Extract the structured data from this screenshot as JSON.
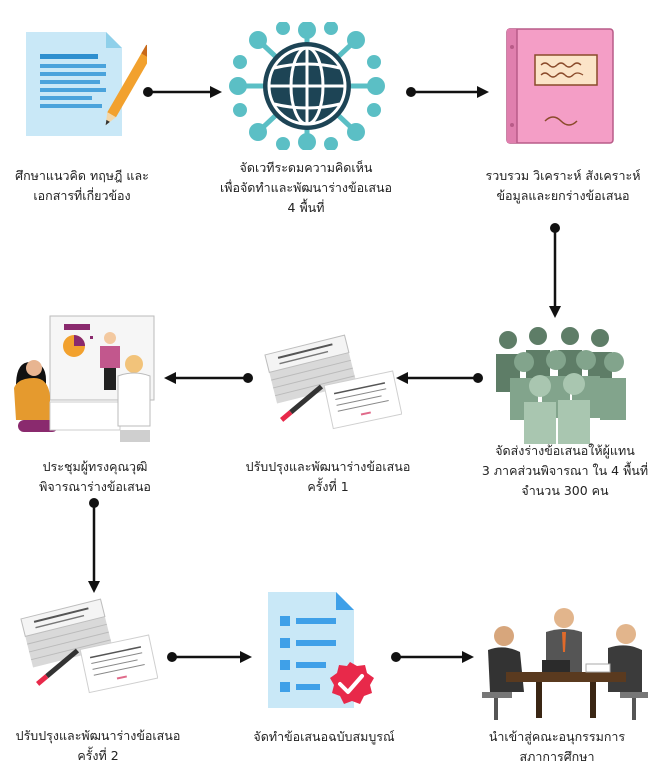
{
  "steps": [
    {
      "id": "study",
      "lines": [
        "ศึกษาแนวคิด ทฤษฎี และ",
        "เอกสารที่เกี่ยวข้อง"
      ]
    },
    {
      "id": "forum",
      "lines": [
        "จัดเวทีระดมความคิดเห็น",
        "เพื่อจัดทำและพัฒนาร่างข้อเสนอ",
        "4 พื้นที่"
      ]
    },
    {
      "id": "analyze",
      "lines": [
        "รวบรวม วิเคราะห์ สังเคราะห์",
        "ข้อมูลและยกร่างข้อเสนอ"
      ]
    },
    {
      "id": "send",
      "lines": [
        "จัดส่งร่างข้อเสนอให้ผู้แทน",
        "3 ภาคส่วนพิจารณา ใน 4 พื้นที่",
        "จำนวน 300 คน"
      ]
    },
    {
      "id": "revise1",
      "lines": [
        "ปรับปรุงและพัฒนาร่างข้อเสนอ",
        "ครั้งที่ 1"
      ]
    },
    {
      "id": "experts",
      "lines": [
        "ประชุมผู้ทรงคุณวุฒิ",
        "พิจารณาร่างข้อเสนอ"
      ]
    },
    {
      "id": "revise2",
      "lines": [
        "ปรับปรุงและพัฒนาร่างข้อเสนอ",
        "ครั้งที่ 2"
      ]
    },
    {
      "id": "final",
      "lines": [
        "จัดทำข้อเสนอฉบับสมบูรณ์"
      ]
    },
    {
      "id": "submit",
      "lines": [
        "นำเข้าสู่คณะอนุกรรมการ",
        "สภาการศึกษา"
      ]
    }
  ],
  "icons": {
    "study": "document-pen-icon",
    "forum": "globe-network-icon",
    "analyze": "book-icon",
    "send": "people-group-icon",
    "revise1": "paper-stack-icon",
    "experts": "meeting-presentation-icon",
    "revise2": "paper-stack-icon",
    "final": "checklist-document-icon",
    "submit": "business-meeting-icon"
  },
  "colors": {
    "arrow": "#111111",
    "doc_blue": "#c9e8f7",
    "globe": "#1d4455",
    "globe_nodes": "#5bbfc5",
    "book_pink": "#f49ec6",
    "people_green": "#7c9c85",
    "check_red": "#e8294a",
    "checklist_blue": "#3fa0e8"
  }
}
